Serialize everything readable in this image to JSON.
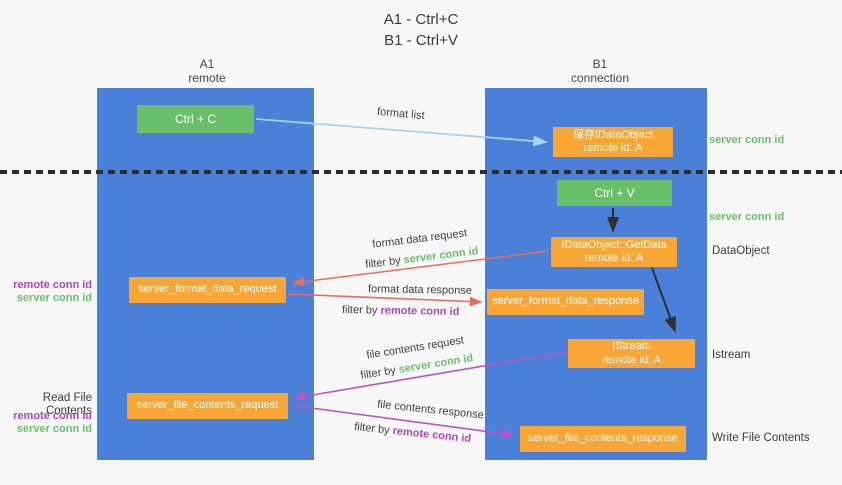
{
  "title": {
    "line1": "A1 - Ctrl+C",
    "line2": "B1 - Ctrl+V"
  },
  "columns": {
    "a1": {
      "name": "A1",
      "subtitle": "remote"
    },
    "b1": {
      "name": "B1",
      "subtitle": "connection"
    }
  },
  "nodes": {
    "ctrl_c": {
      "label": "Ctrl + C"
    },
    "ctrl_v": {
      "label": "Ctrl + V"
    },
    "save_idataobject": {
      "line1": "保存IDataObject",
      "line2": "remote id: A"
    },
    "idataobject_getdata": {
      "line1": "IDataObject::GetData",
      "line2": "remote id: A"
    },
    "istream": {
      "line1": "IStream",
      "line2": "remote id: A"
    },
    "server_format_data_request": {
      "label": "server_format_data_request"
    },
    "server_format_data_response": {
      "label": "server_format_data_response"
    },
    "server_file_contents_request": {
      "label": "server_file_contents_request"
    },
    "server_file_contents_response": {
      "label": "server_file_contents_response"
    }
  },
  "edge_labels": {
    "format_list": "format list",
    "format_data_request": {
      "text": "format data request",
      "filter_prefix": "filter by ",
      "filter_value": "server conn id"
    },
    "format_data_response": {
      "text": "format data response",
      "filter_prefix": "filter by ",
      "filter_value": "remote conn id"
    },
    "file_contents_request": {
      "text": "file contents request",
      "filter_prefix": "filter by ",
      "filter_value": "server conn id"
    },
    "file_contents_response": {
      "text": "file contents response",
      "filter_prefix": "filter by ",
      "filter_value": "remote conn id"
    }
  },
  "side_labels": {
    "right_server_conn_id_1": "server conn id",
    "right_server_conn_id_2": "server conn id",
    "dataobject": "DataObject",
    "istream": "Istream",
    "write_file_contents": "Write File Contents",
    "read_file_contents": "Read File Contents",
    "left_remote_conn_id_1": "remote conn id",
    "left_server_conn_id_1": "server conn id",
    "left_remote_conn_id_2": "remote conn id",
    "left_server_conn_id_2": "server conn id"
  },
  "colors": {
    "column_blue": "#4A80D8",
    "node_green": "#6ABF6A",
    "node_orange": "#F8A737",
    "text_green": "#6BBE6B",
    "text_purple": "#AB47BC",
    "arrow_salmon": "#E96A5E",
    "arrow_magenta": "#BE52C5",
    "arrow_blue": "#A8D4F0",
    "arrow_black": "#2F2F2F"
  }
}
